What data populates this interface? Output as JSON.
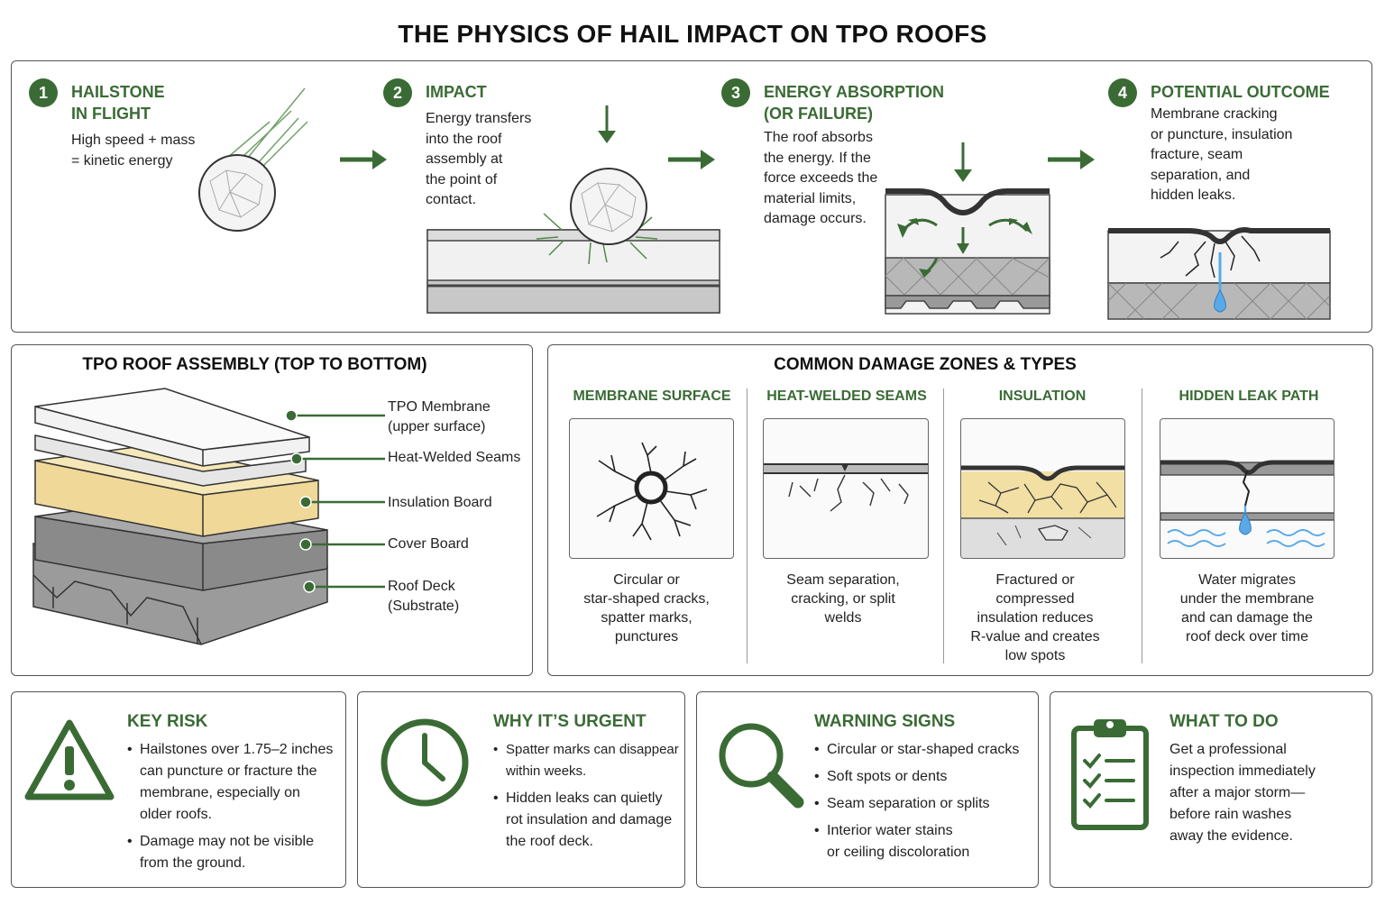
{
  "title": "THE PHYSICS OF HAIL IMPACT ON TPO ROOFS",
  "colors": {
    "accent": "#3a6b35",
    "insulation": "#f1dfa4",
    "water": "#5aa9e6"
  },
  "steps": [
    {
      "number": "1",
      "title": "HAILSTONE\nIN FLIGHT",
      "desc": "High speed + mass\n= kinetic energy"
    },
    {
      "number": "2",
      "title": "IMPACT",
      "desc": "Energy transfers\ninto the roof\nassembly at\nthe point of\ncontact."
    },
    {
      "number": "3",
      "title": "ENERGY ABSORPTION\n(OR FAILURE)",
      "desc": "The roof absorbs\nthe energy. If the\nforce exceeds the\nmaterial limits,\ndamage occurs."
    },
    {
      "number": "4",
      "title": "POTENTIAL OUTCOME",
      "desc": "Membrane cracking\nor puncture, insulation\nfracture, seam\nseparation, and\nhidden leaks."
    }
  ],
  "assembly": {
    "title": "TPO ROOF ASSEMBLY (TOP TO BOTTOM)",
    "layers": [
      "TPO Membrane\n(upper surface)",
      "Heat-Welded Seams",
      "Insulation Board",
      "Cover Board",
      "Roof Deck\n(Substrate)"
    ]
  },
  "zones": {
    "title": "COMMON DAMAGE ZONES & TYPES",
    "items": [
      {
        "title": "MEMBRANE SURFACE",
        "desc": "Circular or\nstar-shaped cracks,\nspatter marks,\npunctures"
      },
      {
        "title": "HEAT-WELDED SEAMS",
        "desc": "Seam separation,\ncracking, or split\nwelds"
      },
      {
        "title": "INSULATION",
        "desc": "Fractured or\ncompressed\ninsulation reduces\nR-value and creates\nlow spots"
      },
      {
        "title": "HIDDEN LEAK PATH",
        "desc": "Water migrates\nunder the membrane\nand can damage the\nroof deck over time"
      }
    ]
  },
  "cards": {
    "key_risk": {
      "title": "KEY RISK",
      "icon": "warning-icon",
      "bullets": [
        "Hailstones over 1.75–2 inches\ncan puncture or fracture the\nmembrane, especially on\nolder roofs.",
        "Damage may not be visible\nfrom the ground."
      ]
    },
    "urgent": {
      "title": "WHY IT’S URGENT",
      "icon": "clock-icon",
      "bullets": [
        "Spatter marks can disappear\nwithin weeks.",
        "Hidden leaks can quietly\nrot insulation and damage\nthe roof deck."
      ]
    },
    "warning": {
      "title": "WARNING SIGNS",
      "icon": "magnifier-icon",
      "bullets": [
        "Circular or star-shaped cracks",
        "Soft spots or dents",
        "Seam separation or splits",
        "Interior water stains\nor ceiling discoloration"
      ]
    },
    "todo": {
      "title": "WHAT TO DO",
      "icon": "clipboard-icon",
      "text": "Get a professional\ninspection immediately\nafter a major storm—\nbefore rain washes\naway the evidence."
    }
  }
}
